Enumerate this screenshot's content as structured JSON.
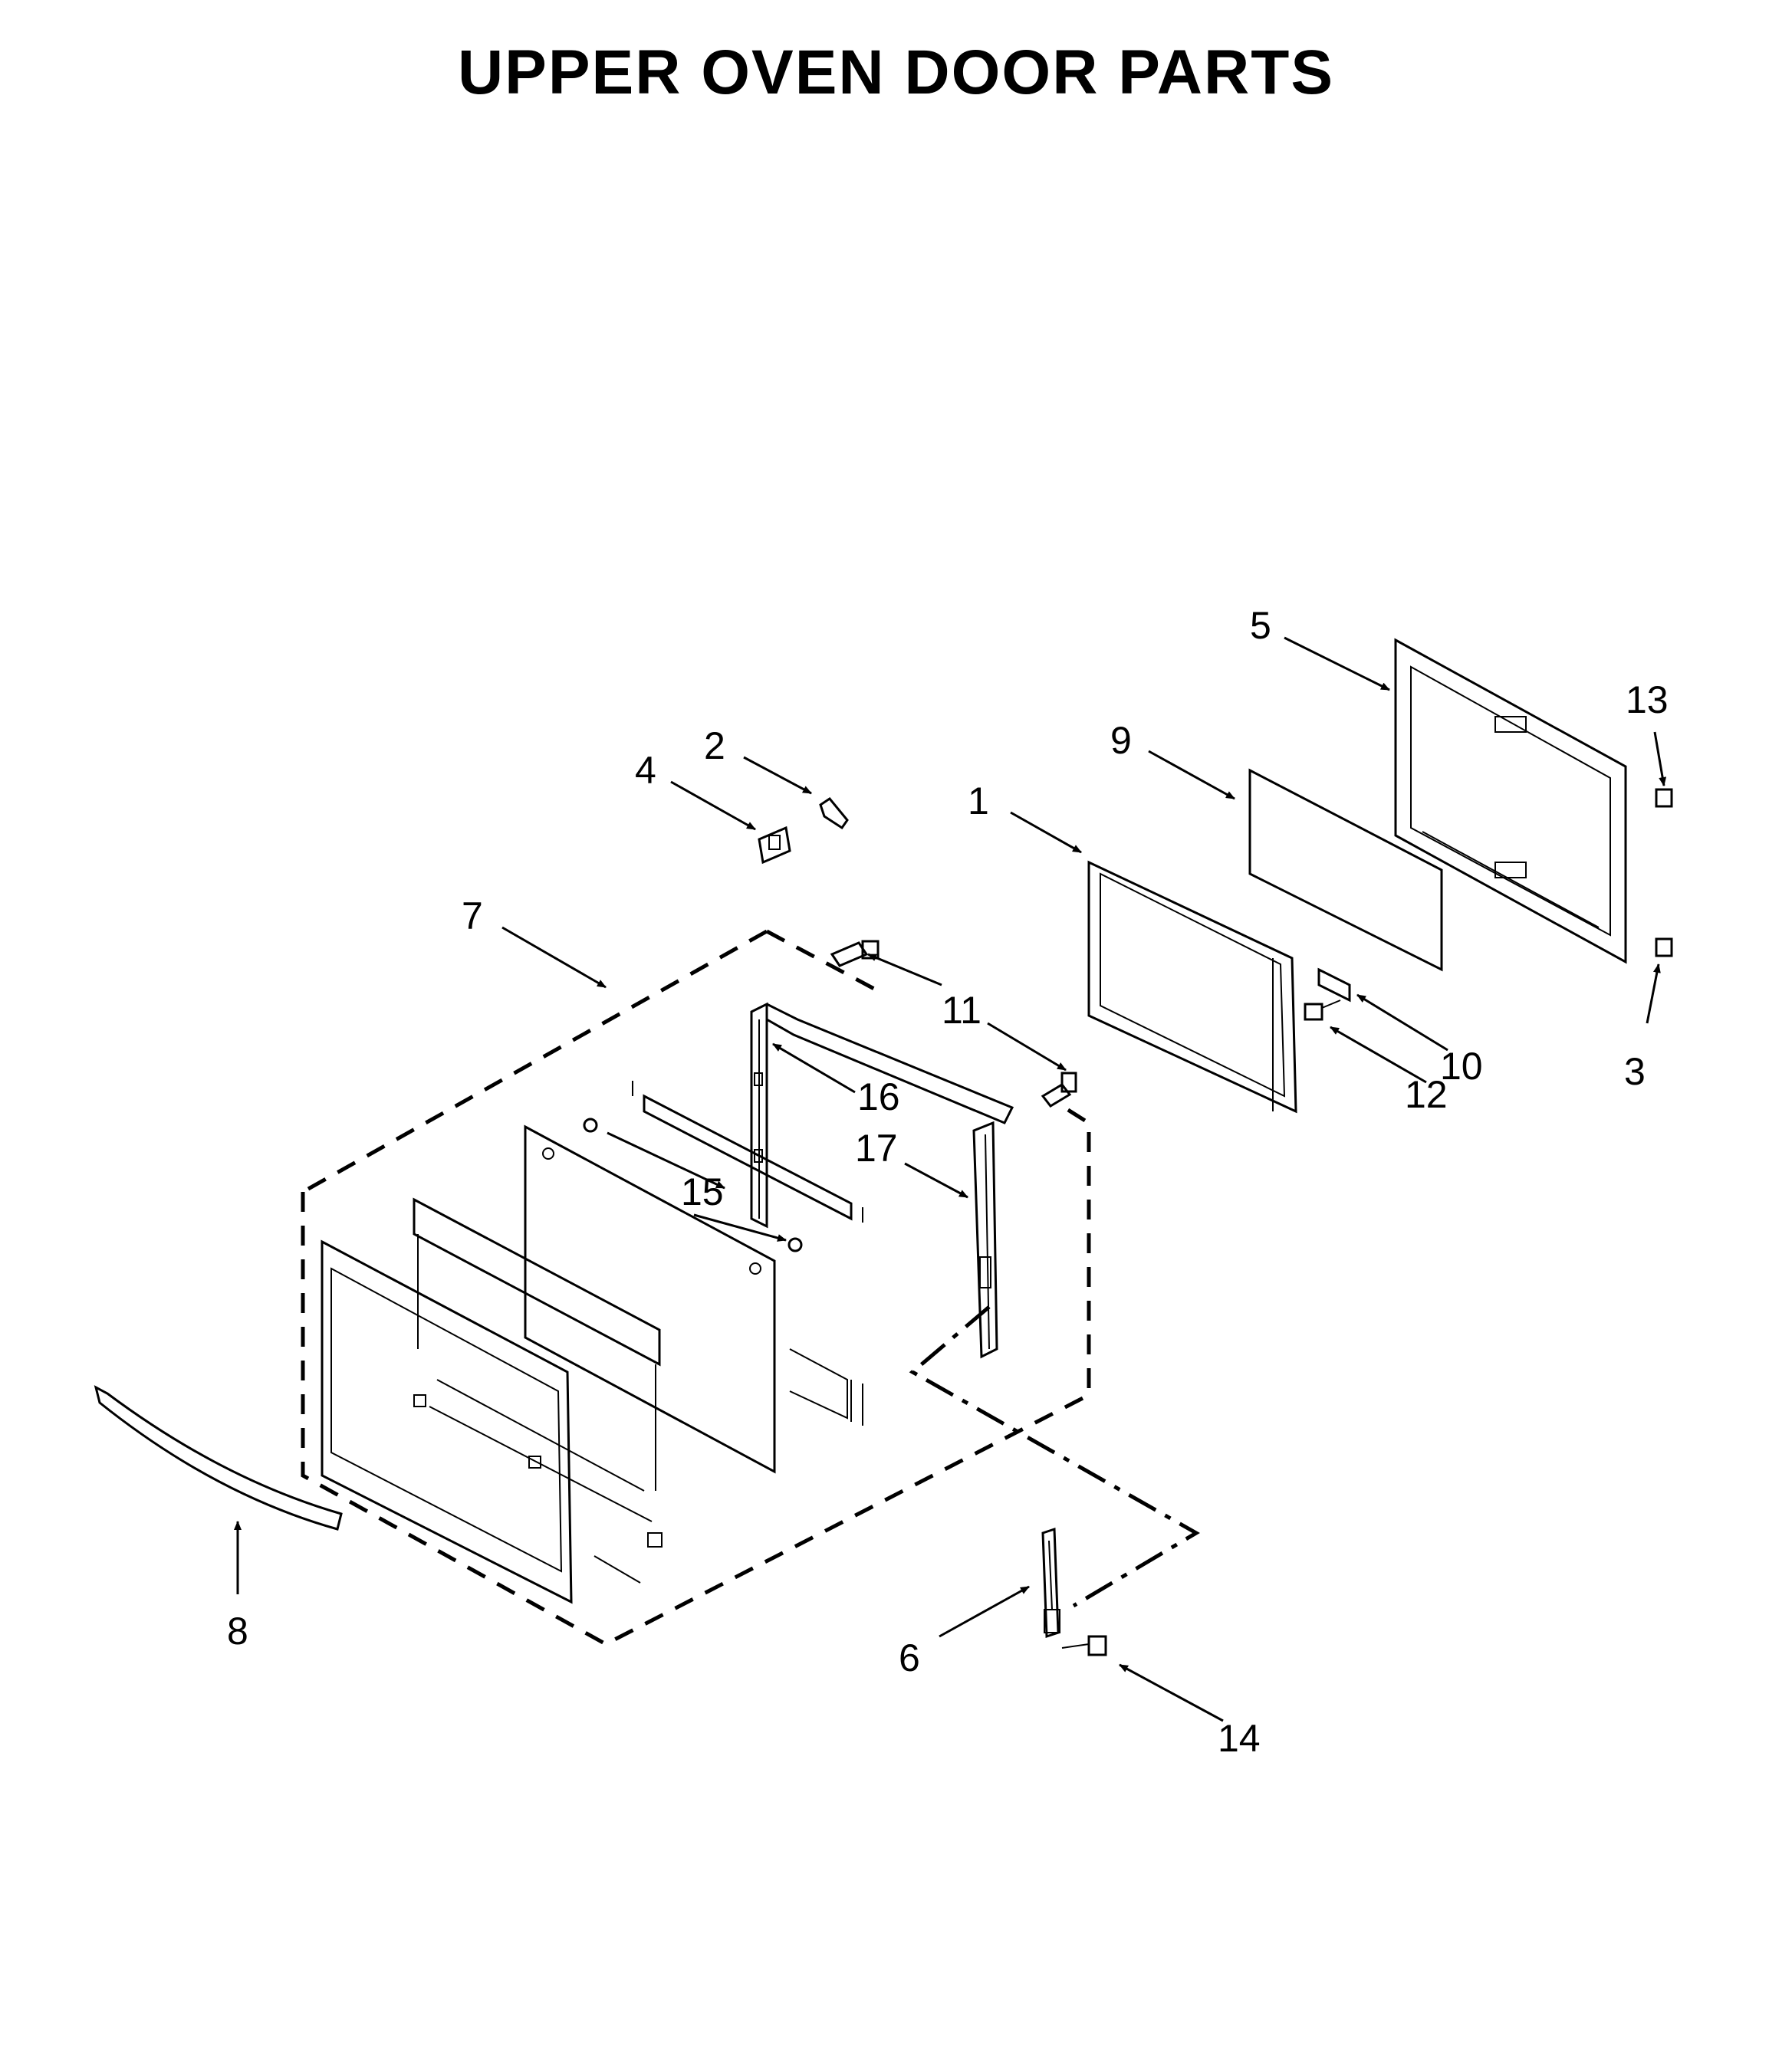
{
  "title": "UPPER OVEN DOOR PARTS",
  "callouts": [
    "1",
    "2",
    "3",
    "4",
    "5",
    "6",
    "7",
    "8",
    "9",
    "10",
    "11",
    "12",
    "13",
    "14",
    "15",
    "16",
    "17"
  ]
}
